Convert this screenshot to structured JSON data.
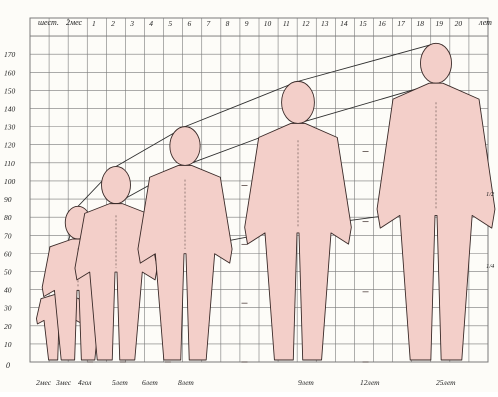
{
  "header": {
    "age_prefix": "шест.",
    "age_weeks": "2мес",
    "age_unit": "лет"
  },
  "ages": [
    "1",
    "2",
    "3",
    "4",
    "5",
    "6",
    "7",
    "8",
    "9",
    "10",
    "11",
    "12",
    "13",
    "14",
    "15",
    "16",
    "17",
    "18",
    "19",
    "20"
  ],
  "heights_cm": [
    "170",
    "160",
    "150",
    "140",
    "130",
    "120",
    "110",
    "100",
    "90",
    "80",
    "70",
    "60",
    "50",
    "40",
    "30",
    "20",
    "10"
  ],
  "zero_label": "0",
  "bottom_labels": [
    "2мес",
    "3мес",
    "4гол",
    "5лет",
    "6лет",
    "8лет",
    "9лет",
    "12лет",
    "25лет"
  ],
  "right_labels": [
    "1/2",
    "1/4"
  ],
  "colors": {
    "grid": "#7a7a7a",
    "paper": "#fdfcf8",
    "skin": "#f3cfc9",
    "outline": "#3a2a28",
    "ink": "#222222",
    "guide": "#2f2f2f"
  },
  "figures": [
    {
      "name": "newborn",
      "height_cm": 50,
      "head_ratio": 0.25
    },
    {
      "name": "toddler",
      "height_cm": 86,
      "head_ratio": 0.21
    },
    {
      "name": "child",
      "height_cm": 108,
      "head_ratio": 0.19
    },
    {
      "name": "older-child",
      "height_cm": 130,
      "head_ratio": 0.165
    },
    {
      "name": "adolescent",
      "height_cm": 155,
      "head_ratio": 0.15
    },
    {
      "name": "adult",
      "height_cm": 176,
      "head_ratio": 0.125
    }
  ]
}
